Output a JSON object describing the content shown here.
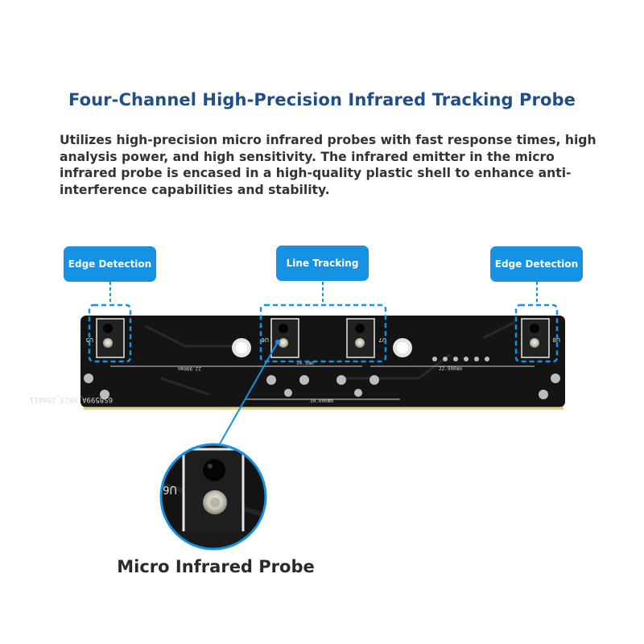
{
  "title": "Four-Channel High-Precision Infrared Tracking Probe",
  "description": "Utilizes high-precision micro infrared probes with fast response times, high analysis power, and high sensitivity. The infrared emitter in the micro infrared probe is encased in a high-quality plastic shell to enhance anti-interference capabilities and stability.",
  "callouts": {
    "left": "Edge Detection",
    "center": "Line Tracking",
    "right": "Edge Detection"
  },
  "board": {
    "part_labels": [
      "U5",
      "U6",
      "U7",
      "U8"
    ],
    "silkscreen": "6S8599A_Y923_250411",
    "dimensions": [
      "22.900mm",
      "14.5mm",
      "22.900mm",
      "30.000mm"
    ]
  },
  "zoom_label": "U6",
  "caption": "Micro Infrared Probe",
  "colors": {
    "title": "#1f4e89",
    "callout_bg": "#1592e3",
    "board": "#141414"
  }
}
